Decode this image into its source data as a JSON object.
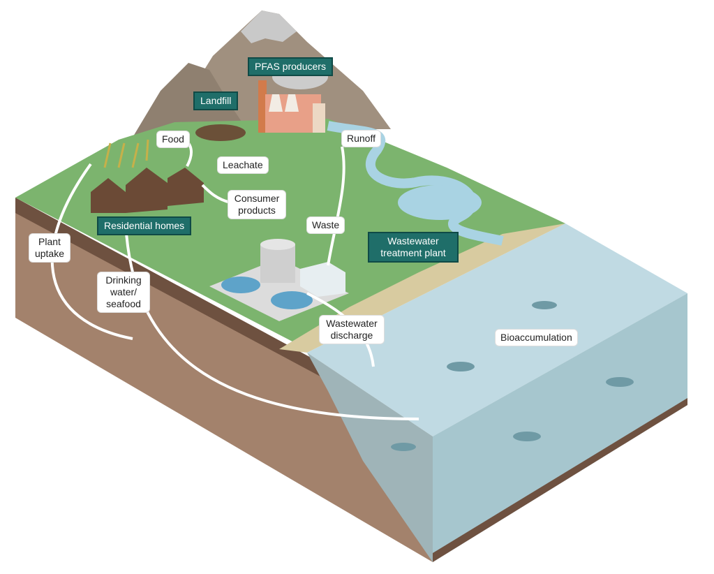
{
  "title_labels": {
    "pfas_producers": "PFAS producers",
    "landfill": "Landfill",
    "residential_homes": "Residential homes",
    "wastewater_treatment_plant": "Wastewater treatment plant"
  },
  "flow_labels": {
    "food": "Food",
    "leachate": "Leachate",
    "consumer_products": "Consumer products",
    "runoff": "Runoff",
    "waste": "Waste",
    "plant_uptake": "Plant uptake",
    "drinking_water_seafood": "Drinking water/ seafood",
    "wastewater_discharge": "Wastewater discharge",
    "bioaccumulation": "Bioaccumulation"
  },
  "colors": {
    "grass": "#7cb46e",
    "soil": "#a3826c",
    "dark_soil": "#6e5140",
    "water": "#b9d6e0",
    "tag": "#1f6e69",
    "mountain": "#9a8a7a"
  }
}
